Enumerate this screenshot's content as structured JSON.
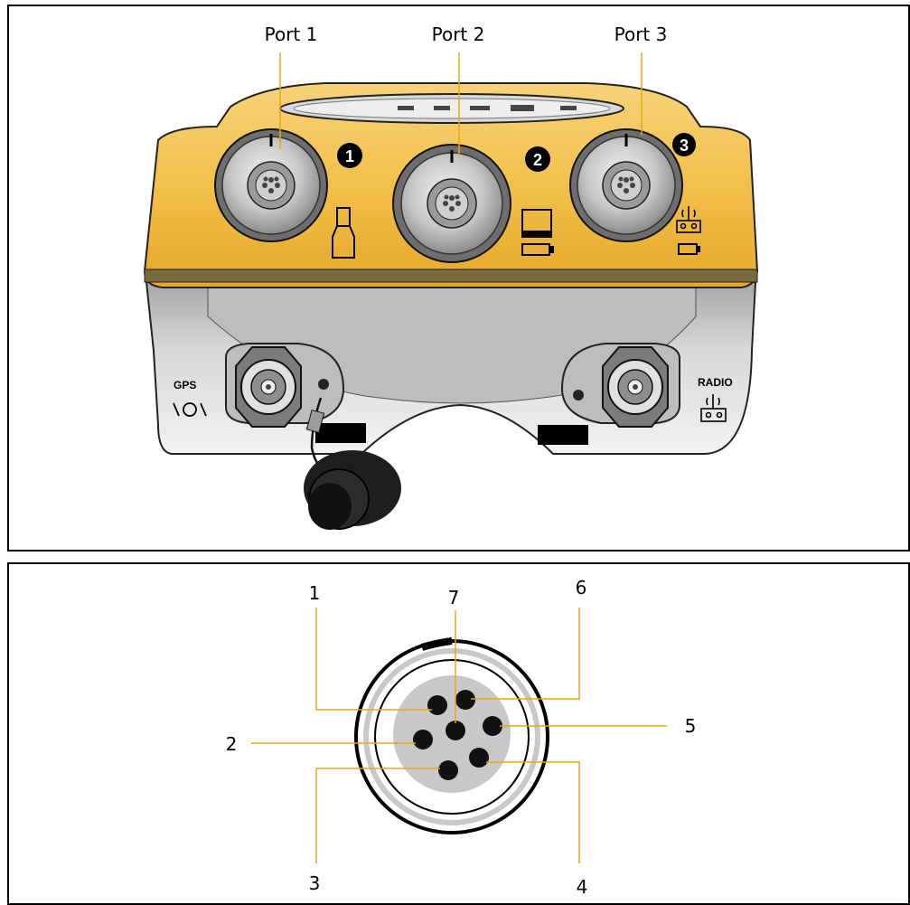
{
  "top_figure": {
    "port_labels": [
      "Port 1",
      "Port 2",
      "Port 3"
    ],
    "port_numbers": [
      "1",
      "2",
      "3"
    ],
    "antenna_labels": [
      "GPS",
      "RADIO"
    ]
  },
  "bottom_figure": {
    "pin_labels": [
      "1",
      "2",
      "3",
      "4",
      "5",
      "6",
      "7"
    ]
  },
  "colors": {
    "housing": "#f4c24a",
    "leader": "#e8a90a",
    "metal": "#c8c8c8"
  }
}
